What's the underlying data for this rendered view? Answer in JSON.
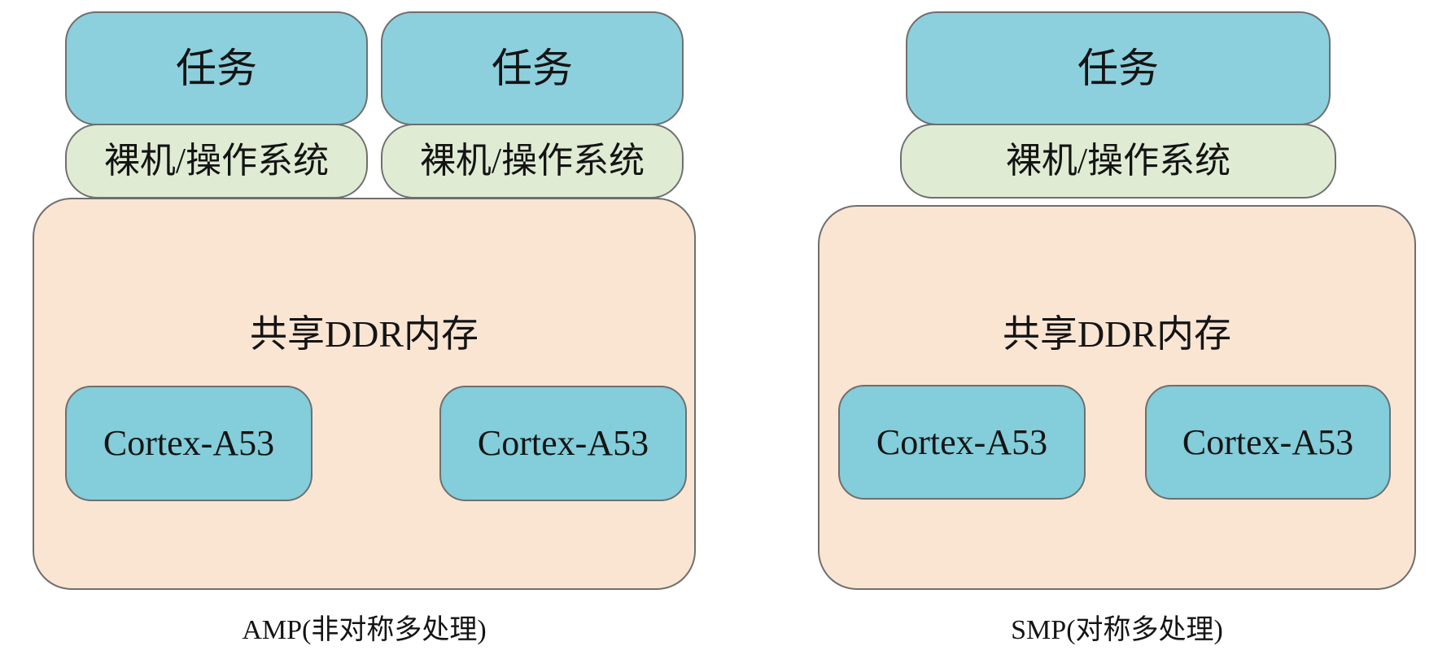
{
  "colors": {
    "canvas_bg": "#ffffff",
    "task_fill": "#8dd0dd",
    "os_fill": "#dfecd3",
    "memory_fill": "#fae5d3",
    "core_fill": "#84cdda",
    "border_color": "#6f6f6f",
    "text_color": "#141414"
  },
  "left_diagram": {
    "caption": "AMP(非对称多处理)",
    "tasks": [
      "任务",
      "任务"
    ],
    "os_layers": [
      "裸机/操作系统",
      "裸机/操作系统"
    ],
    "memory_label": "共享DDR内存",
    "cores": [
      "Cortex-A53",
      "Cortex-A53"
    ]
  },
  "right_diagram": {
    "caption": "SMP(对称多处理)",
    "tasks": [
      "任务"
    ],
    "os_layers": [
      "裸机/操作系统"
    ],
    "memory_label": "共享DDR内存",
    "cores": [
      "Cortex-A53",
      "Cortex-A53"
    ]
  }
}
